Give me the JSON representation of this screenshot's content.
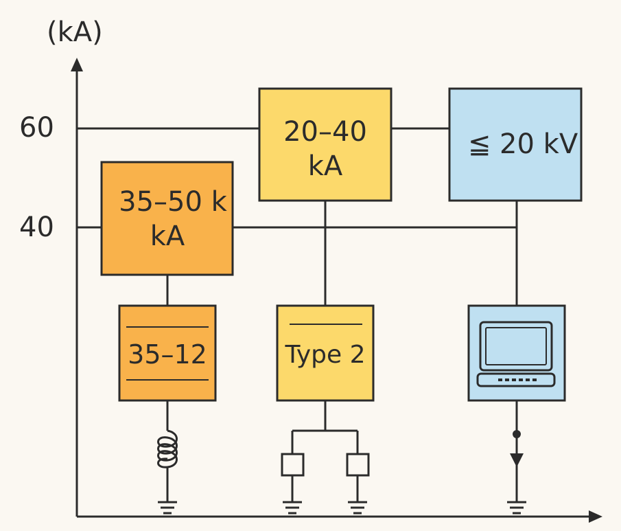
{
  "axis": {
    "unit_label": "(kA)",
    "tick_60": "60",
    "tick_40": "40"
  },
  "boxes": {
    "top_middle": {
      "line1": "20–40",
      "line2": "kA"
    },
    "top_right": {
      "label": "≦ 20 kV"
    },
    "left_upper": {
      "line1": "35–50 k",
      "line2": "kA"
    },
    "left_lower": {
      "label": "35–12"
    },
    "middle_lower": {
      "label": "Type 2"
    }
  },
  "colors": {
    "orange": "#f9b24b",
    "yellow": "#fcd96b",
    "blue": "#bfe0f1",
    "line": "#2b2b2b",
    "background": "#fbf8f2"
  },
  "icons": {
    "bottom_right_box": "laptop-icon",
    "left_symbol": "inductor-coil-icon",
    "right_symbol": "diode-arrow-icon",
    "grounds": "ground-icon"
  }
}
